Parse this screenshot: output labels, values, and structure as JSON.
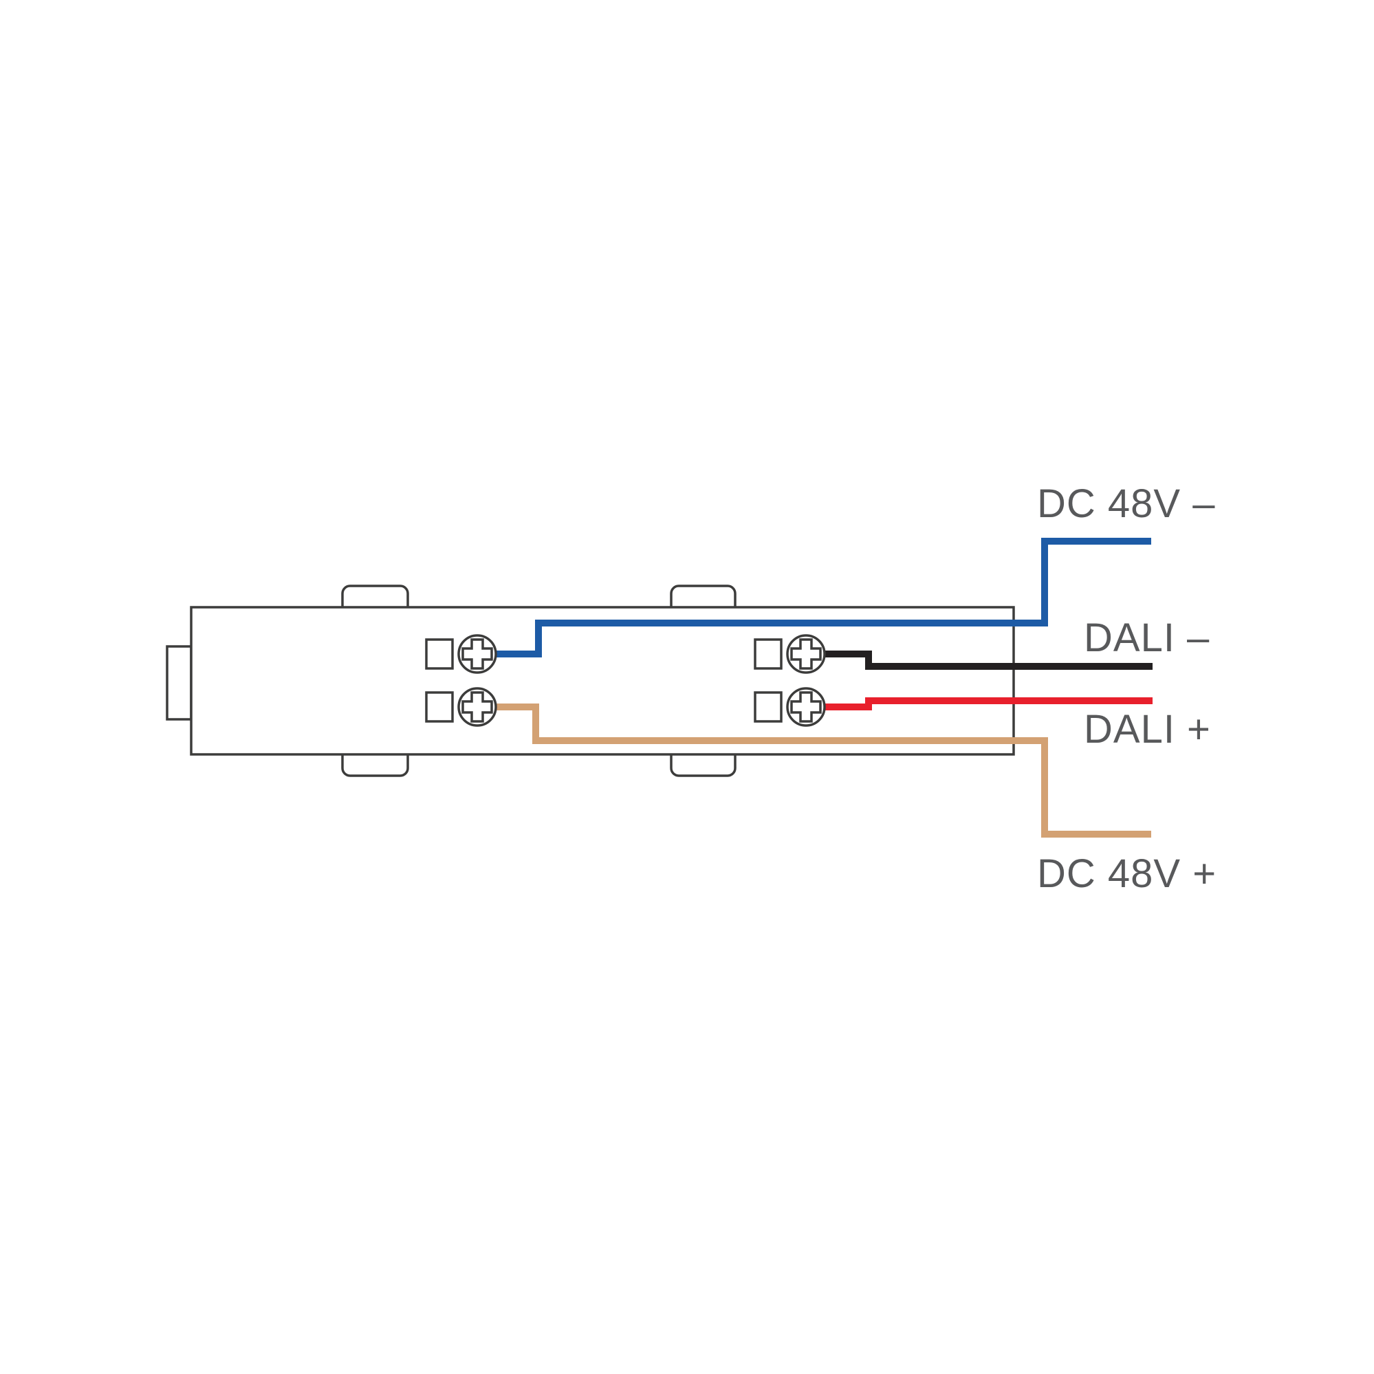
{
  "wiring": {
    "wires": [
      {
        "name": "dc48v-minus",
        "label": "DC 48V –",
        "color": "#1D5BA6"
      },
      {
        "name": "dali-minus",
        "label": "DALI –",
        "color": "#232021"
      },
      {
        "name": "dali-plus",
        "label": "DALI +",
        "color": "#E8202C"
      },
      {
        "name": "dc48v-plus",
        "label": "DC 48V +",
        "color": "#D3A173"
      }
    ],
    "colors": {
      "outline": "#3C3C3B",
      "label": "#58595B",
      "body_fill": "#FFFFFF"
    }
  }
}
